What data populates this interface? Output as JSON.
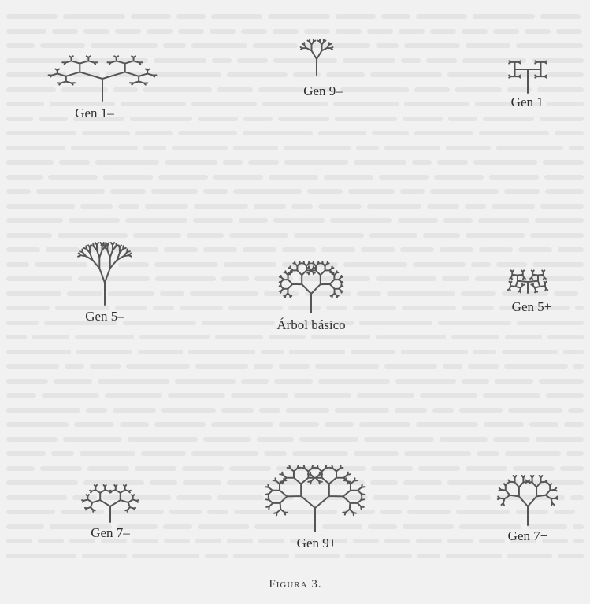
{
  "figures": [
    {
      "id": "gen1-minus",
      "label": "Gen 1–"
    },
    {
      "id": "gen9-minus",
      "label": "Gen 9–"
    },
    {
      "id": "gen1-plus",
      "label": "Gen 1+"
    },
    {
      "id": "gen5-minus",
      "label": "Gen 5–"
    },
    {
      "id": "arbol-basico",
      "label": "Árbol básico"
    },
    {
      "id": "gen5-plus",
      "label": "Gen 5+"
    },
    {
      "id": "gen7-minus",
      "label": "Gen 7–"
    },
    {
      "id": "gen9-plus",
      "label": "Gen 9+"
    },
    {
      "id": "gen7-plus",
      "label": "Gen 7+"
    }
  ],
  "caption": "Figura 3."
}
